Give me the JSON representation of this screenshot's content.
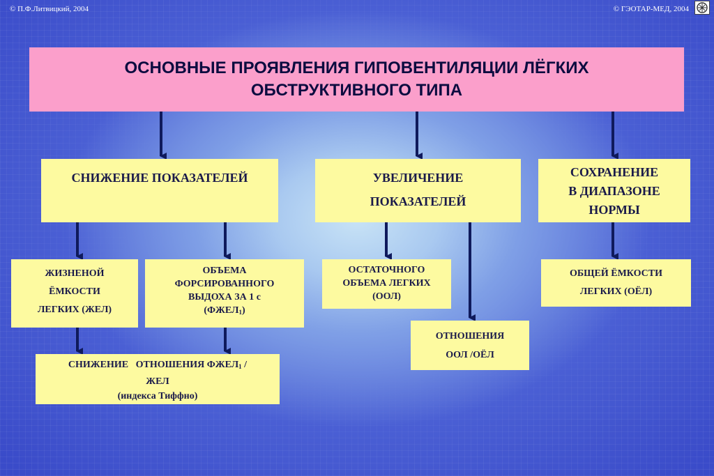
{
  "header": {
    "copyright_left": "© П.Ф.Литвицкий, 2004",
    "copyright_right": "© ГЭОТАР-МЕД, 2004"
  },
  "title": {
    "line1": "ОСНОВНЫЕ  ПРОЯВЛЕНИЯ  ГИПОВЕНТИЛЯЦИИ ЛЁГКИХ",
    "line2": "ОБСТРУКТИВНОГО  ТИПА"
  },
  "categories": {
    "decrease": "СНИЖЕНИЕ ПОКАЗАТЕЛЕЙ",
    "increase": {
      "line1": "УВЕЛИЧЕНИЕ",
      "line2": "ПОКАЗАТЕЛЕЙ"
    },
    "normal": {
      "line1": "СОХРАНЕНИЕ",
      "line2": "В ДИАПАЗОНЕ",
      "line3": "НОРМЫ"
    }
  },
  "items": {
    "vc": {
      "line1": "ЖИЗНЕНОЙ",
      "line2": "ЁМКОСТИ",
      "line3": "ЛЕГКИХ (ЖЕЛ)"
    },
    "fev": {
      "line1": "ОБЪЕМА",
      "line2": "ФОРСИРОВАННОГО",
      "line3": "ВЫДОХА ЗА 1 с",
      "line4_pre": "(ФЖЕЛ",
      "line4_sub": "1",
      "line4_post": ")"
    },
    "rv": {
      "line1": "ОСТАТОЧНОГО",
      "line2": "ОБЪЕМА ЛЕГКИХ",
      "line3": "(ООЛ)"
    },
    "tlc": {
      "line1": "ОБЩЕЙ ЁМКОСТИ",
      "line2": "ЛЕГКИХ (ОЁЛ)"
    },
    "ratio": {
      "line1": "ОТНОШЕНИЯ",
      "line2": "ООЛ /ОЁЛ"
    },
    "tiffeneau": {
      "line1_pre": "СНИЖЕНИЕ   ОТНОШЕНИЯ ФЖЕЛ",
      "line1_sub": "1",
      "line1_post": " /",
      "line2": "ЖЕЛ",
      "line3": "(индекса Тиффно)"
    }
  },
  "colors": {
    "title_bg": "#fb9fcb",
    "box_bg": "#fdfaa0",
    "arrow": "#0f1a5c",
    "text": "#1a1a4a"
  }
}
